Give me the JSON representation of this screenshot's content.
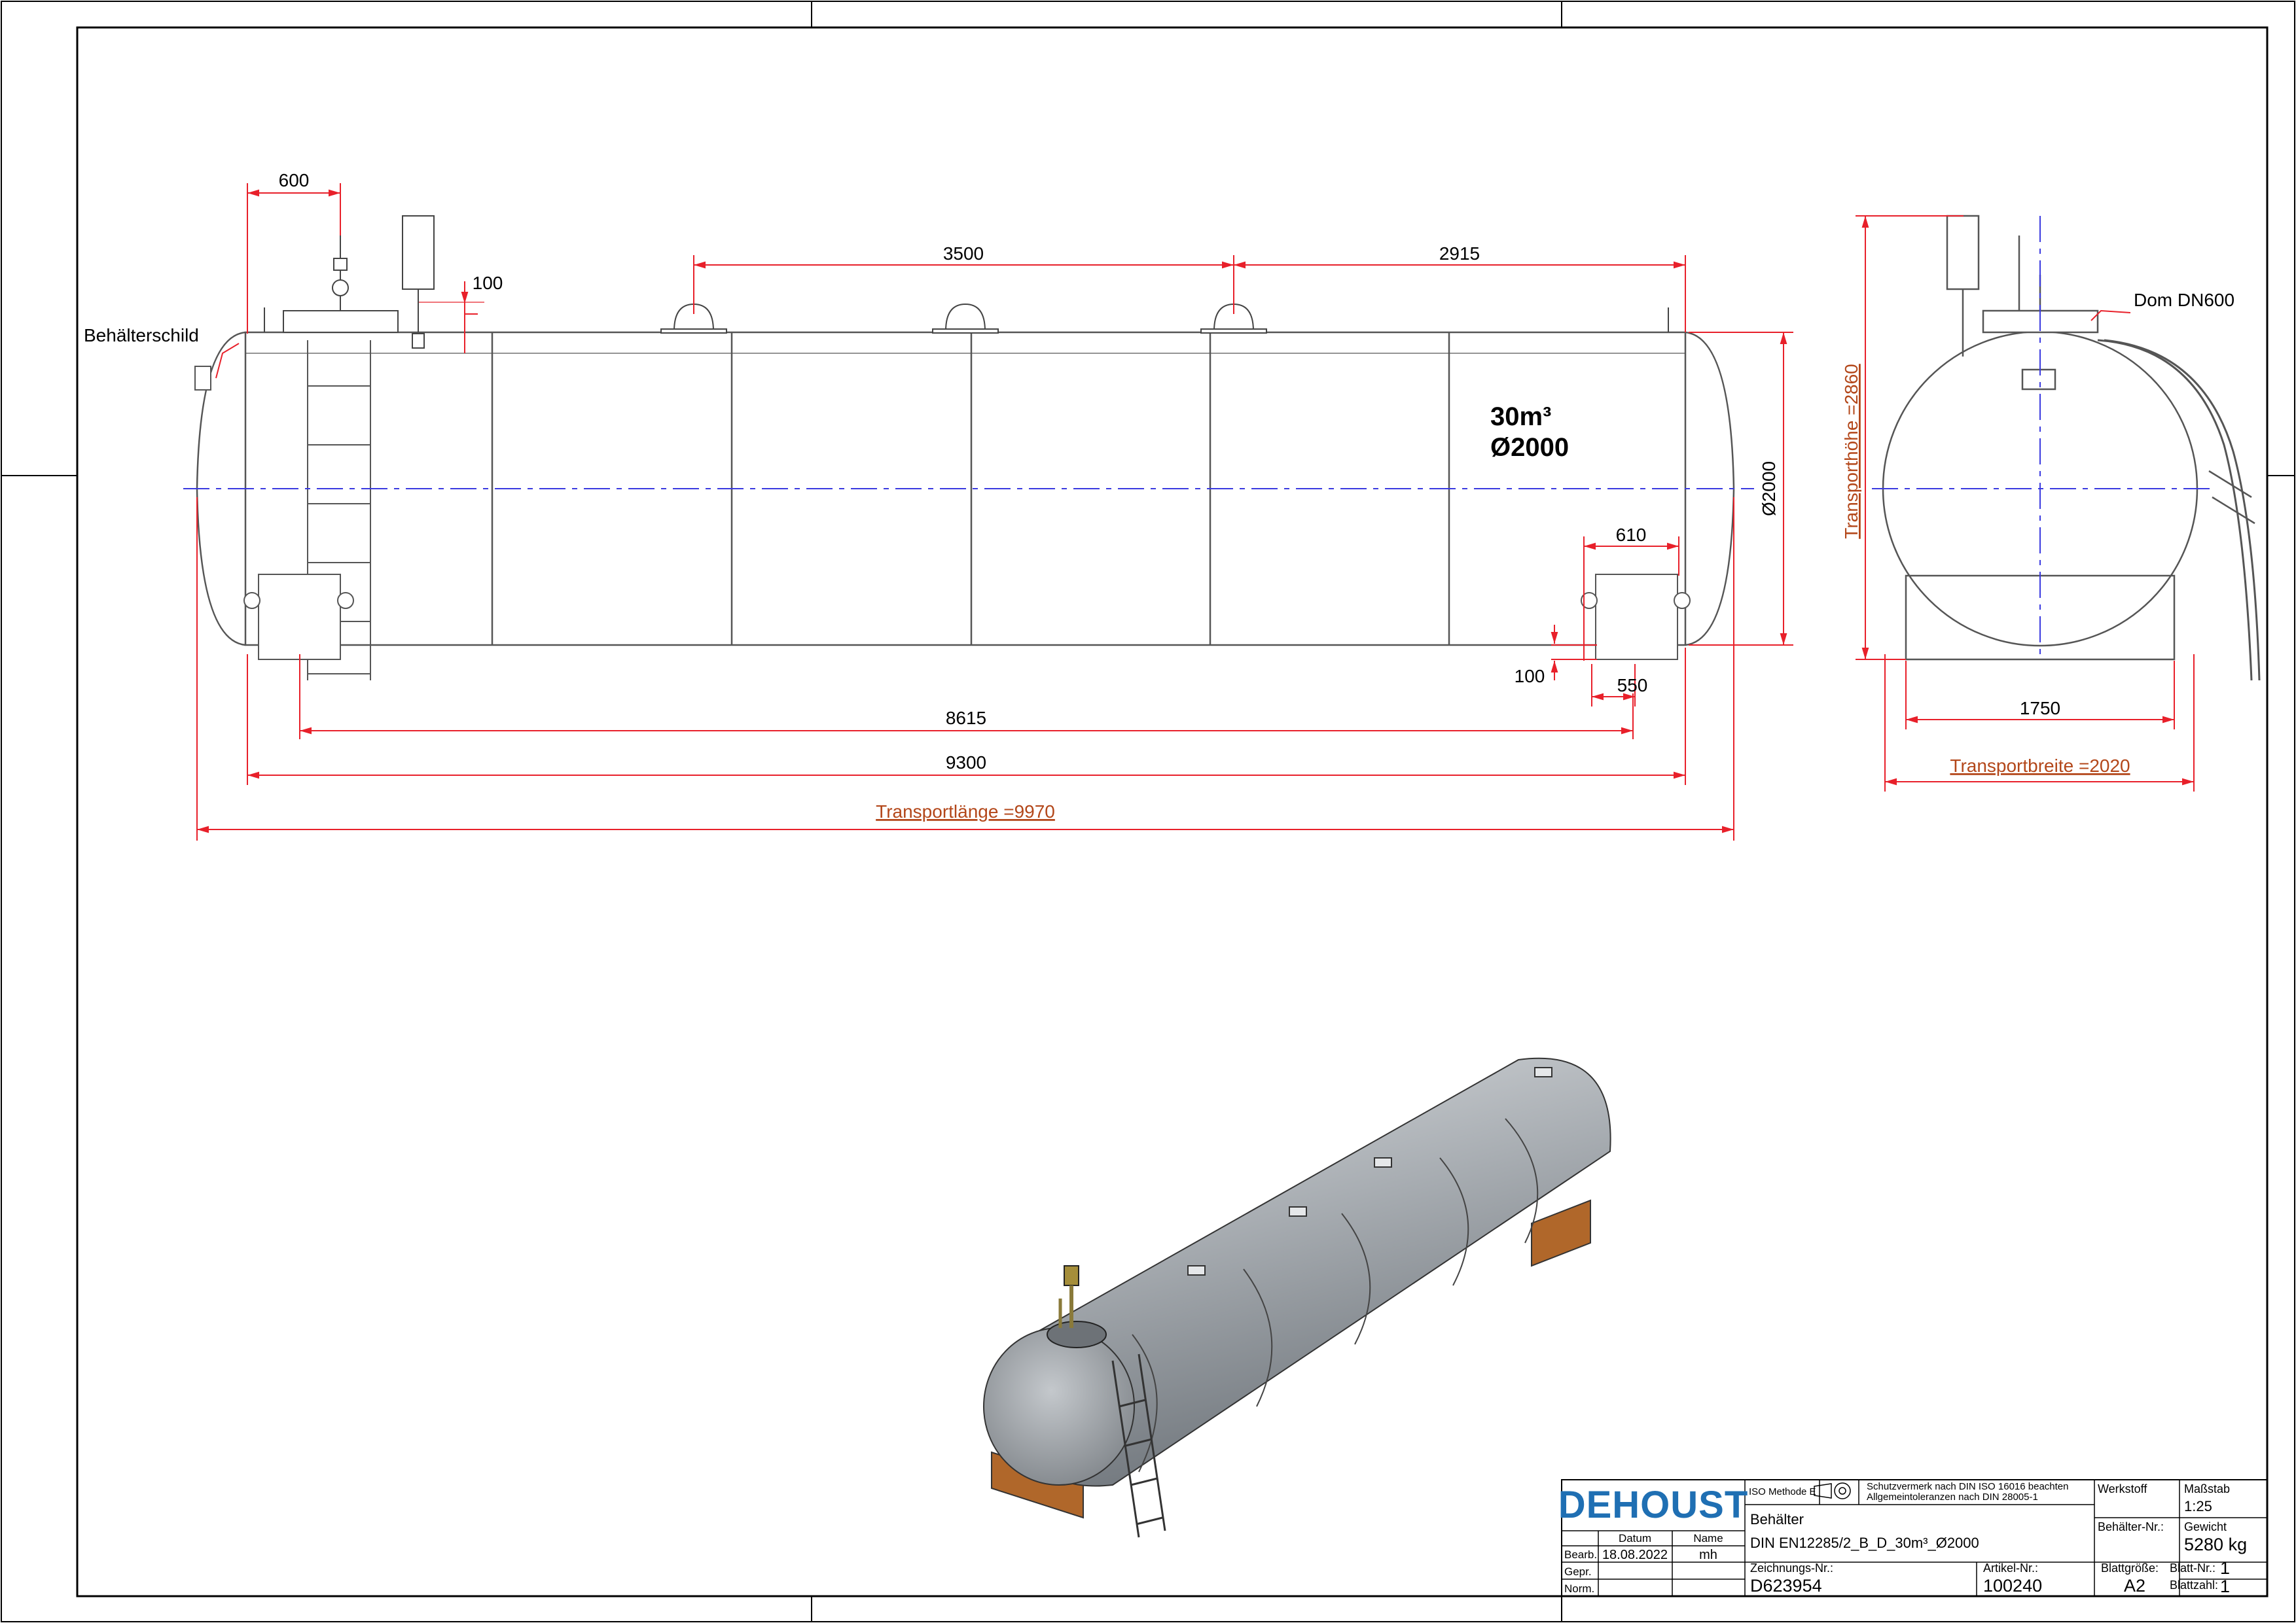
{
  "tank": {
    "label_capacity": "30m³",
    "label_diameter": "Ø2000"
  },
  "side_view": {
    "dim_600": "600",
    "dim_100_top": "100",
    "dim_3500": "3500",
    "dim_2915": "2915",
    "label_plate": "Behälterschild",
    "dim_diameter": "Ø2000",
    "dim_610": "610",
    "dim_100_bottom": "100",
    "dim_550": "550",
    "dim_8615": "8615",
    "dim_9300": "9300",
    "transport_length": "Transportlänge =9970"
  },
  "end_view": {
    "dome_label": "Dom DN600",
    "transport_height": "Transporthöhe =2860",
    "dim_1750": "1750",
    "transport_width": "Transportbreite =2020"
  },
  "title_block": {
    "logo": "DEHOUST",
    "iso_method": "ISO Methode E",
    "note_line1": "Schutzvermerk nach DIN ISO 16016 beachten",
    "note_line2": "Allgemeintoleranzen nach DIN 28005-1",
    "werkstoff_label": "Werkstoff",
    "massstab_label": "Maßstab",
    "massstab_value": "1:25",
    "description_title": "Behälter",
    "description_line": "DIN EN12285/2_B_D_30m³_Ø2000",
    "behaelter_nr_label": "Behälter-Nr.:",
    "gewicht_label": "Gewicht",
    "gewicht_value": "5280 kg",
    "datum_label": "Datum",
    "name_label": "Name",
    "bearb_label": "Bearb.",
    "bearb_date": "18.08.2022",
    "bearb_name": "mh",
    "gepr_label": "Gepr.",
    "norm_label": "Norm.",
    "zeichnungs_nr_label": "Zeichnungs-Nr.:",
    "zeichnungs_nr_value": "D623954",
    "artikel_nr_label": "Artikel-Nr.:",
    "artikel_nr_value": "100240",
    "blattgroesse_label": "Blattgröße:",
    "blattgroesse_value": "A2",
    "blatt_nr_label": "Blatt-Nr.:",
    "blatt_nr_value": "1",
    "blattzahl_label": "Blattzahl:",
    "blattzahl_value": "1"
  },
  "colors": {
    "dimension_line": "#e8202a",
    "center_line": "#3a3ae0",
    "transport_text": "#b3471a",
    "logo": "#1f6fb3",
    "tank_shell": "#9ea3a8",
    "support_saddle": "#b0672a"
  }
}
